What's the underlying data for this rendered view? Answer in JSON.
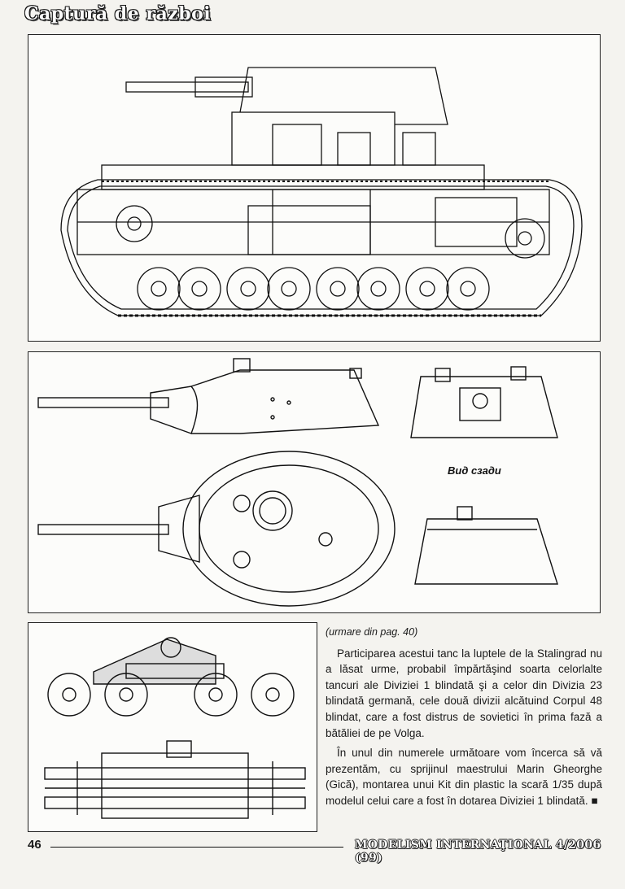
{
  "header": {
    "title": "Captură de război"
  },
  "figures": {
    "rear_view_label": "Вид сзади"
  },
  "article": {
    "continuation": "(urmare din pag. 40)",
    "paragraphs": [
      "Participarea acestui tanc la luptele de la Stalingrad nu a lăsat urme, probabil împărtăşind soarta celorlalte tancuri ale Diviziei 1 blindată şi a celor din Divizia 23 blindată germană, cele două divizii alcătuind Corpul 48 blindat, care a fost distrus de sovietici în prima fază a bătăliei de pe Volga.",
      "În unul din numerele următoare vom încerca să vă prezentăm, cu sprijinul maestrului Marin Gheorghe (Gică), montarea unui Kit din plastic la scară 1/35 după modelul celui care a fost în dotarea Diviziei 1 blindată. ■"
    ]
  },
  "footer": {
    "page_number": "46",
    "magazine": "MODELISM INTERNAŢIONAL 4/2006 (99)"
  },
  "colors": {
    "ink": "#1a1a1a",
    "paper": "#f4f3ef"
  }
}
